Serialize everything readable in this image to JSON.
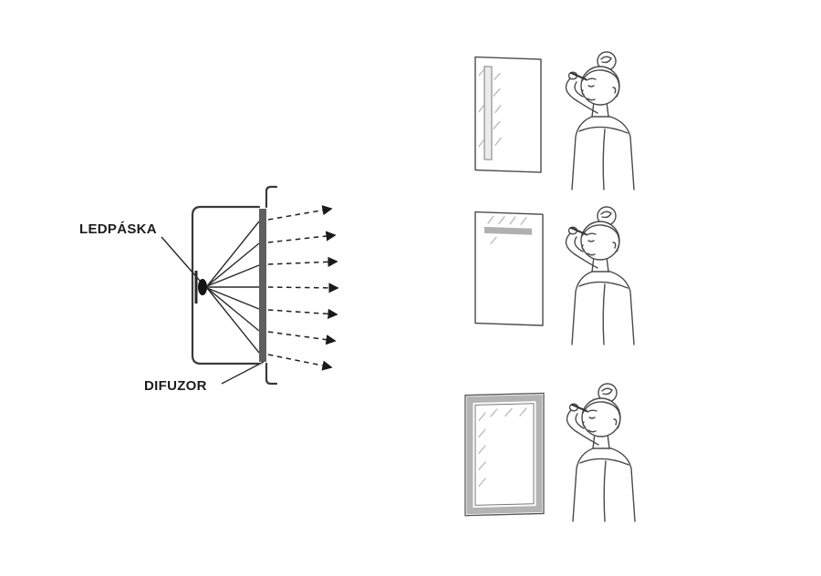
{
  "diagram": {
    "labels": {
      "led_strip": "LEDPÁSKA",
      "diffuser": "DIFUZOR"
    },
    "colors": {
      "line": "#3a3a3a",
      "diffuser_fill": "#5f5f5f",
      "led_fill": "#141414"
    }
  },
  "panels": [
    {
      "icon": "mirror-vertical-led-illustration"
    },
    {
      "icon": "mirror-horizontal-led-illustration"
    },
    {
      "icon": "mirror-frame-led-illustration"
    }
  ]
}
